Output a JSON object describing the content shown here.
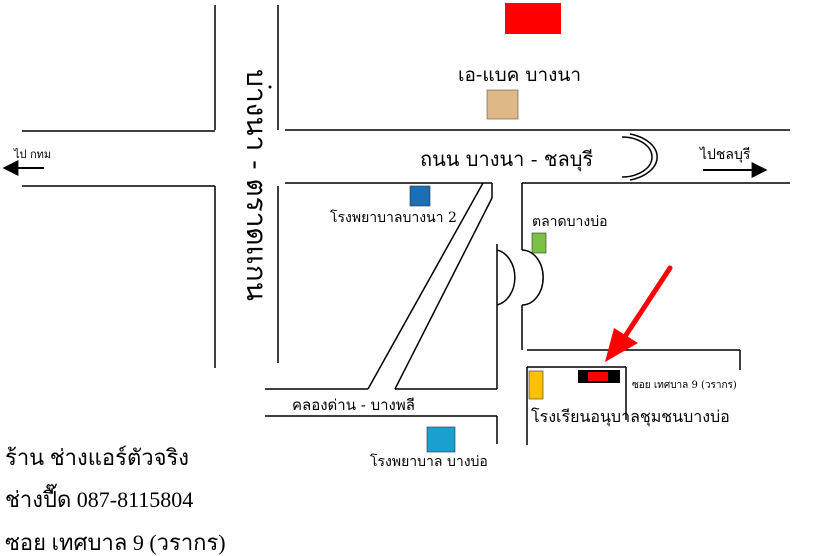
{
  "labels": {
    "road_vertical": "บางนา - ตราดเเกน",
    "road_main": "ถนน บางนา - ชลบุรี",
    "to_bangkok": "ไป กทม",
    "to_chonburi": "ไปชลบุรี",
    "road_bottom": "คลองด่าน - บางพลี",
    "soi_label": "ซอย เทศบาล 9 (วรากร)"
  },
  "places": {
    "aebac": "เอ-แบค บางนา",
    "hospital_bangna2": "โรงพยาบาลบางนา 2",
    "market": "ตลาดบางบ่อ",
    "school": "โรงเรียนอนุบาลชุมชนบางบ่อ",
    "hospital_bangbo": "โรงพยาบาล บางบ่อ"
  },
  "shop": {
    "name": "ร้าน ช่างแอร์ตัวจริง",
    "phone": "ช่างปื๊ด 087-8115804",
    "soi": "ซอย เทศบาล 9 (วรากร)"
  },
  "colors": {
    "red_marker": "#ff0000",
    "aebac_box": "#deb887",
    "hospital_bangna2_box": "#1a6fb5",
    "market_box": "#7bc143",
    "school_box": "#ffc000",
    "hospital_bangbo_box": "#1a9fcf",
    "arrow": "#ff0000"
  },
  "icons": {
    "arrow_left": "arrow-left-icon",
    "arrow_right": "arrow-right-icon",
    "u_turn": "u-turn-icon",
    "pointer": "red-pointer-arrow-icon"
  }
}
